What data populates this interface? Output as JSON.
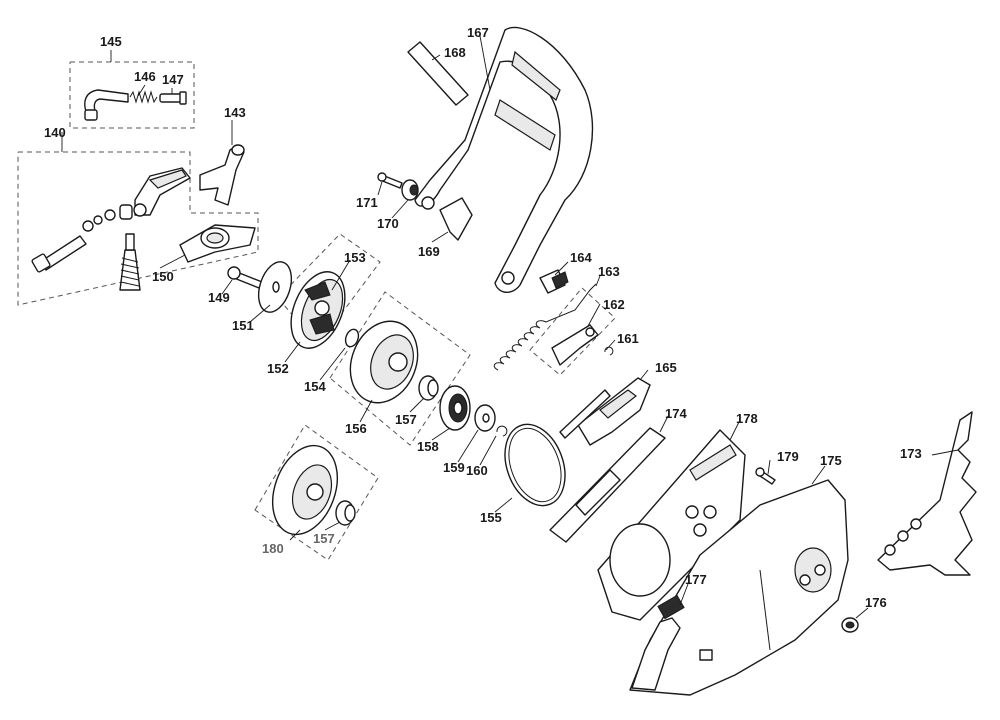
{
  "diagram": {
    "labels": {
      "p140": "140",
      "p143": "143",
      "p145": "145",
      "p146": "146",
      "p147": "147",
      "p149": "149",
      "p150": "150",
      "p151": "151",
      "p152": "152",
      "p153": "153",
      "p154": "154",
      "p155": "155",
      "p156": "156",
      "p157a": "157",
      "p157b": "157",
      "p158": "158",
      "p159": "159",
      "p160": "160",
      "p161": "161",
      "p162": "162",
      "p163": "163",
      "p164": "164",
      "p165": "165",
      "p167": "167",
      "p168": "168",
      "p169": "169",
      "p170": "170",
      "p171": "171",
      "p173": "173",
      "p174": "174",
      "p175": "175",
      "p176": "176",
      "p177": "177",
      "p178": "178",
      "p179": "179",
      "p180": "180"
    }
  }
}
